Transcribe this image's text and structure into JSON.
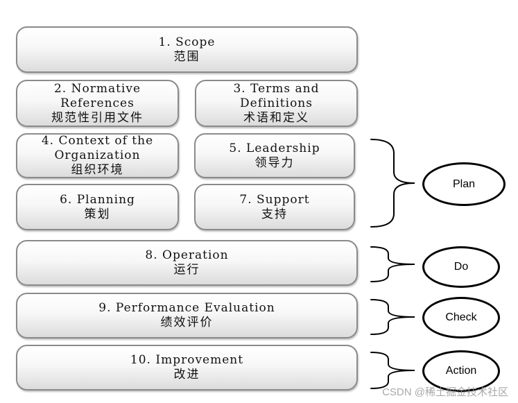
{
  "clauses": [
    {
      "en": "1. Scope",
      "zh": "范围"
    },
    {
      "en": "2. Normative\nReferences",
      "zh": "规范性引用文件"
    },
    {
      "en": "3. Terms and\nDefinitions",
      "zh": "术语和定义"
    },
    {
      "en": "4. Context of the\nOrganization",
      "zh": "组织环境"
    },
    {
      "en": "5. Leadership",
      "zh": "领导力"
    },
    {
      "en": "6. Planning",
      "zh": "策划"
    },
    {
      "en": "7. Support",
      "zh": "支持"
    },
    {
      "en": "8. Operation",
      "zh": "运行"
    },
    {
      "en": "9. Performance Evaluation",
      "zh": "绩效评价"
    },
    {
      "en": "10. Improvement",
      "zh": "改进"
    }
  ],
  "cycle": {
    "plan": "Plan",
    "do": "Do",
    "check": "Check",
    "action": "Action"
  },
  "watermark": "CSDN @稀土掘金技术社区"
}
